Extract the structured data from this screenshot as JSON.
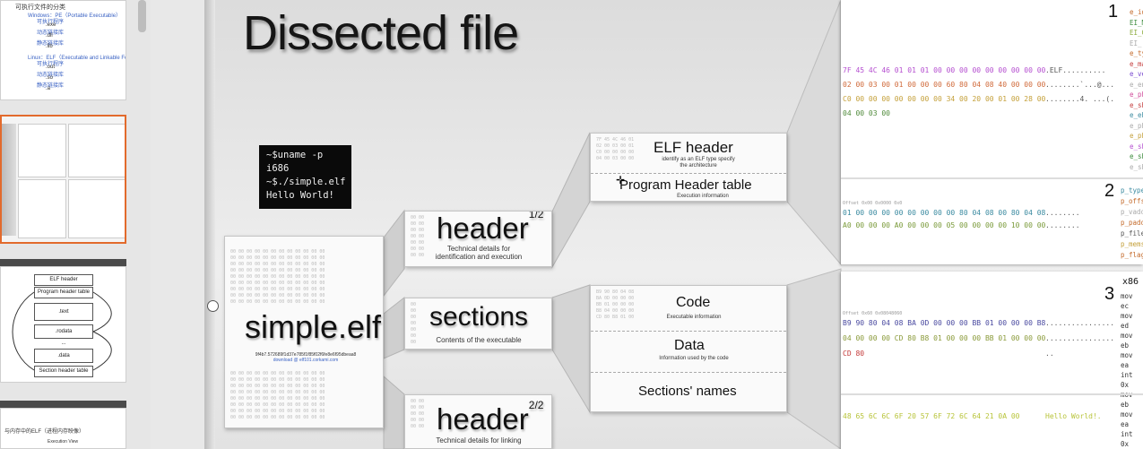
{
  "panel": {
    "thumb1": {
      "heading": "可执行文件的分类",
      "lines": [
        "Windows：PE（Portable Executable）",
        "可执行程序",
        ".exe",
        "动态链接库",
        ".dll",
        "静态链接库",
        ".lib",
        "Linux：ELF（Executable and Linkable Format）",
        "可执行程序",
        ".out",
        "动态链接库",
        ".so",
        "静态链接库",
        ".a"
      ]
    },
    "thumb3": {
      "boxes": [
        "ELF header",
        "Program header table",
        ".text",
        ".rodata",
        "...",
        ".data",
        "Section header table"
      ]
    },
    "thumb4": {
      "line1": "与内存中的ELF（进程内存映像）",
      "label": "Execution View"
    }
  },
  "slide": {
    "title": "Dissected file",
    "terminal": [
      "~$uname -p",
      "i686",
      "~$./simple.elf",
      "Hello World!"
    ],
    "file_label": "simple.elf",
    "file_hash": "9f4b7.572689f1d37e785f1f85f02f6fe8e6f95dbeaa8",
    "file_download": "download @ elf101.corkami.com",
    "header1": {
      "title": "header",
      "part": "1/2",
      "desc": "Technical details for identification and execution"
    },
    "sections": {
      "title": "sections",
      "desc": "Contents of the executable"
    },
    "header2": {
      "title": "header",
      "part": "2/2",
      "desc": "Technical details for linking"
    },
    "elf_header": {
      "title": "ELF header",
      "desc": "identify as an ELF type specify the architecture"
    },
    "program_header": {
      "title": "Program Header table",
      "desc": "Execution information"
    },
    "code": {
      "title": "Code",
      "desc": "Executable information"
    },
    "data": {
      "title": "Data",
      "desc": "Information used by the code"
    },
    "section_names": {
      "title": "Sections' names"
    }
  },
  "dump": {
    "block1": {
      "number": "1",
      "rows": [
        "7F 45 4C 46 01 01 01 00 00 00 00 00 00 00 00 00",
        "02 00 03 00 01 00 00 00 60 80 04 08 40 00 00 00",
        "C0 00 00 00 00 00 00 00 34 00 20 00 01 00 28 00",
        "04 00 03 00"
      ],
      "ascii": [
        ".ELF..........",
        "........`...@...",
        "........4. ...(.",
        ""
      ],
      "fields": [
        "e_ident",
        "EI_M",
        "EI_C",
        "EI_",
        "e_type",
        "e_mach",
        "e_vers",
        "e_entr",
        "e_phoff",
        "e_shoff",
        "e_ehsiz",
        "e_phen",
        "e_phnu",
        "e_shen",
        "e_shnu",
        "e_shst"
      ]
    },
    "block2": {
      "number": "2",
      "offset_label": "Offset 0x00 0x0000 0x0",
      "rows": [
        "01 00 00 00 00 00 00 00 00 80 04 08 00 80 04 08",
        "A0 00 00 00 A0 00 00 00 05 00 00 00 00 10 00 00"
      ],
      "fields": [
        "p_type",
        "p_offs",
        "p_vadd",
        "p_padd",
        "p_file",
        "p_memsz",
        "p_flag"
      ]
    },
    "block3": {
      "number": "3",
      "arch": "x86",
      "offset_label": "Offset 0x60 0x08048060",
      "rows": [
        "B9 90 80 04 08 BA 0D 00 00 00 BB 01 00 00 00 B8",
        "04 00 00 00 CD 80 B8 01 00 00 00 BB 01 00 00 00",
        "CD 80"
      ],
      "asm": [
        "mov ec",
        "mov ed",
        "mov eb",
        "mov ea",
        "int 0x",
        "",
        "mov eb",
        "mov ea",
        "int 0x"
      ]
    },
    "block4": {
      "rows": [
        "48 65 6C 6C 6F 20 57 6F 72 6C 64 21 0A 00"
      ],
      "ascii": [
        "Hello World!."
      ]
    }
  }
}
